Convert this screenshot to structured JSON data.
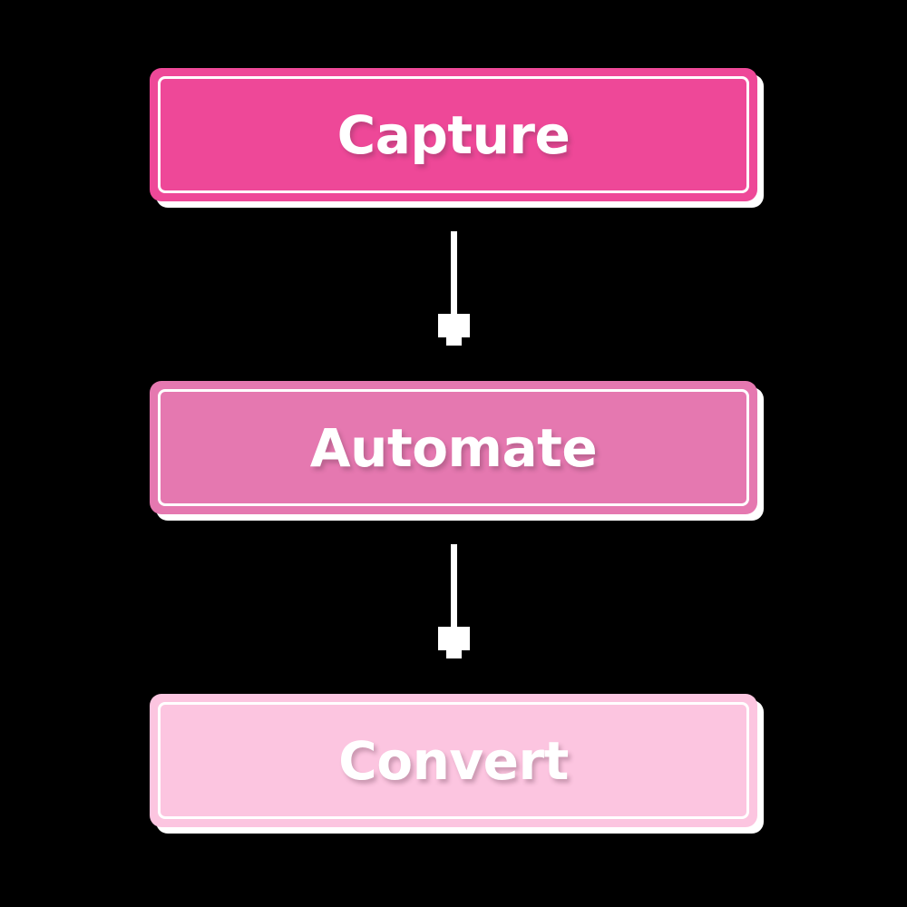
{
  "diagram": {
    "type": "flowchart",
    "orientation": "vertical",
    "background_color": "#000000",
    "title": "",
    "nodes": [
      {
        "id": "capture",
        "label": "Capture",
        "fill_color": "#ee4898",
        "text_color": "#ffffff",
        "border_color": "#ffffff",
        "order": 1
      },
      {
        "id": "automate",
        "label": "Automate",
        "fill_color": "#e578b0",
        "text_color": "#ffffff",
        "border_color": "#ffffff",
        "order": 2
      },
      {
        "id": "convert",
        "label": "Convert",
        "fill_color": "#fcc5e0",
        "text_color": "#ffffff",
        "border_color": "#ffffff",
        "order": 3
      }
    ],
    "connectors": [
      {
        "id": "capture-to-automate",
        "from": "capture",
        "to": "automate",
        "style": "solid-arrow-down",
        "color": "#ffffff"
      },
      {
        "id": "automate-to-convert",
        "from": "automate",
        "to": "convert",
        "style": "solid-arrow-down",
        "color": "#ffffff"
      }
    ]
  }
}
